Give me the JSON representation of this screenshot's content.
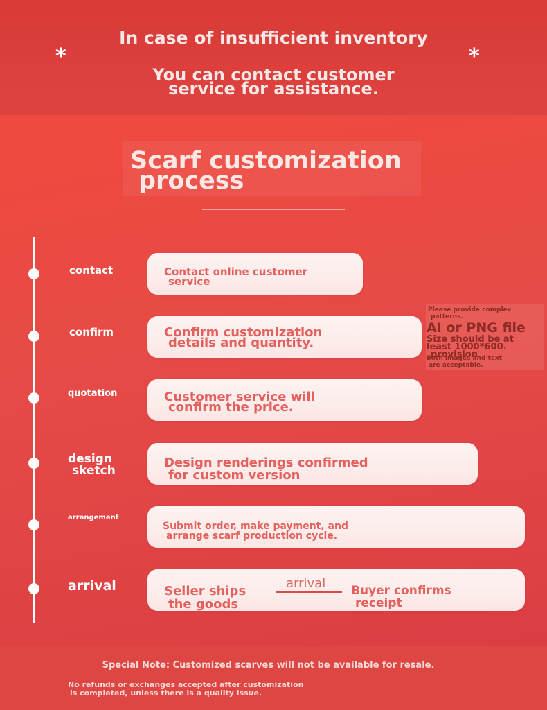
{
  "top_banner": {
    "line1": "In case of insufficient inventory",
    "line2a": "You can contact customer",
    "line2b": "service for assistance.",
    "star": "*"
  },
  "title": {
    "line1": "Scarf customization",
    "line2": "process"
  },
  "steps": [
    {
      "label_lines": [
        "contact"
      ],
      "card_lines": [
        "Contact online customer",
        "service"
      ]
    },
    {
      "label_lines": [
        "confirm"
      ],
      "card_lines": [
        "Confirm customization",
        "details and quantity."
      ]
    },
    {
      "label_lines": [
        "quotation"
      ],
      "card_lines": [
        "Customer service will",
        "confirm the price."
      ]
    },
    {
      "label_lines": [
        "design",
        "sketch"
      ],
      "card_lines": [
        "Design renderings confirmed",
        "for custom version"
      ]
    },
    {
      "label_lines": [
        "arrangement"
      ],
      "card_lines": [
        "Submit order, make payment, and",
        "arrange scarf production cycle."
      ]
    },
    {
      "label_lines": [
        "arrival"
      ],
      "card_left_lines": [
        "Seller ships",
        "the goods"
      ],
      "card_middle": "arrival",
      "card_right_lines": [
        "Buyer confirms",
        "receipt"
      ]
    }
  ],
  "side_note": {
    "small1": "Please provide complex",
    "small2": "patterns.",
    "big": "AI or PNG file",
    "mid1": "Size should be at",
    "mid2": "least 1000*600.",
    "mid3": "provision",
    "small3": "Both images and text",
    "small4": "are acceptable."
  },
  "footer": {
    "special_note": "Special Note: Customized scarves will not be available for resale.",
    "refund_line1": "No refunds or exchanges accepted after customization",
    "refund_line2": "is completed, unless there is a quality issue."
  }
}
